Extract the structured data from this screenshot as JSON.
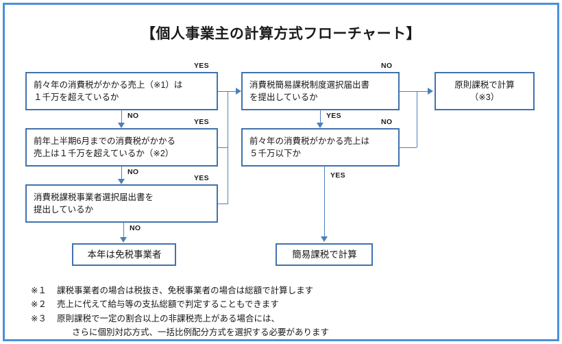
{
  "title": "【個人事業主の計算方式フローチャート】",
  "colors": {
    "frame_border": "#4a90d9",
    "node_border": "#3f72ad",
    "connector": "#4b7fbd",
    "text": "#151515",
    "background": "#ffffff"
  },
  "nodes": {
    "q_left_1": {
      "line1": "前々年の消費税がかかる売上（※1）は",
      "line2": "１千万を超えているか"
    },
    "q_left_2": {
      "line1": "前年上半期6月までの消費税がかかる",
      "line2": "売上は１千万を超えているか（※2）"
    },
    "q_left_3": {
      "line1": "消費税課税事業者選択届出書を",
      "line2": "提出しているか"
    },
    "q_mid_1": {
      "line1": "消費税簡易課税制度選択届出書",
      "line2": "を提出しているか"
    },
    "q_mid_2": {
      "line1": "前々年の消費税がかかる売上は",
      "line2": "５千万以下か"
    },
    "result_right": {
      "line1": "原則課税で計算",
      "line2": "（※3）"
    },
    "result_exempt": {
      "line1": "本年は免税事業者"
    },
    "result_simple": {
      "line1": "簡易課税で計算"
    }
  },
  "edge_labels": {
    "yes_left_1": "YES",
    "no_left_1": "NO",
    "yes_left_2": "YES",
    "no_left_2": "NO",
    "yes_left_3": "YES",
    "no_left_3": "NO",
    "no_mid_1": "NO",
    "yes_mid_1": "YES",
    "no_mid_2": "NO",
    "yes_mid_2": "YES"
  },
  "notes": [
    {
      "mark": "※１",
      "text": "課税事業者の場合は税抜き、免税事業者の場合は総額で計算します"
    },
    {
      "mark": "※２",
      "text": "売上に代えて給与等の支払総額で判定することもできます"
    },
    {
      "mark": "※３",
      "text": "原則課税で一定の割合以上の非課税売上がある場合には、"
    }
  ],
  "note_continuation": "さらに個別対応方式、一括比例配分方式を選択する必要があります"
}
